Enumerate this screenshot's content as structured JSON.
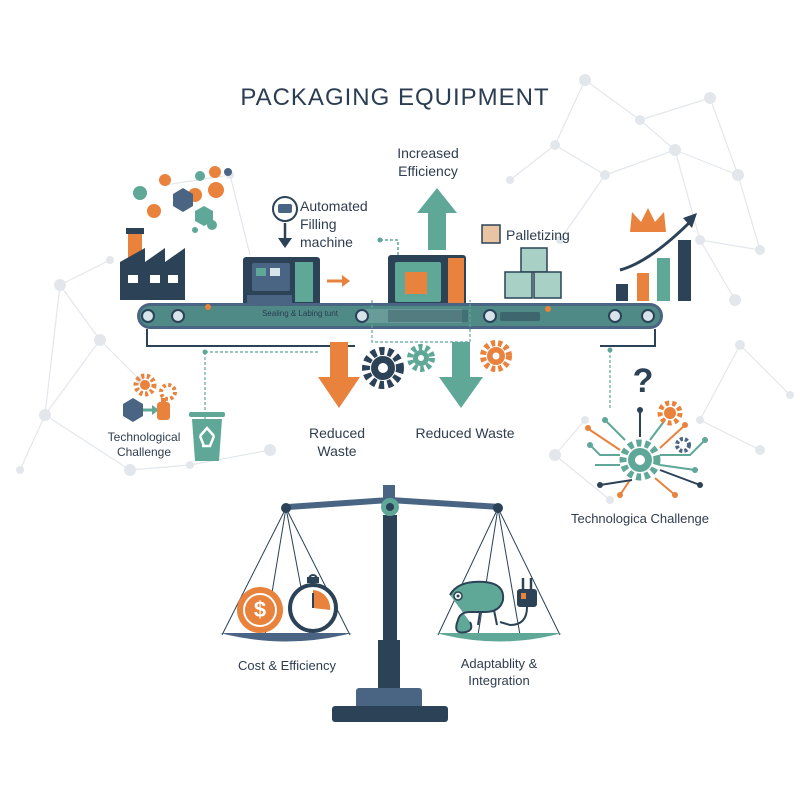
{
  "title": "PACKAGING EQUIPMENT",
  "labels": {
    "increased_efficiency": [
      "Increased",
      "Efficiency"
    ],
    "automated_filling": [
      "Automated",
      "Filling",
      "machine"
    ],
    "palletizing": "Palletizing",
    "sealing_unit": "Sealing & Labing tunt",
    "technological_challenge_left": [
      "Technological",
      "Challenge"
    ],
    "reduced_waste_left": [
      "Reduced",
      "Waste"
    ],
    "reduced_waste_center": "Reduced Waste",
    "technological_challenge_right": "Technologica Challenge",
    "question_mark": "?",
    "dollar_sign": "$",
    "cost_efficiency": "Cost & Efficiency",
    "adaptability_integration": [
      "Adaptablity &",
      "Integration"
    ]
  },
  "colors": {
    "navy": "#2b4257",
    "steel": "#4a6584",
    "teal": "#5fa898",
    "orange": "#e8823c",
    "light_network": "#e3e7ec",
    "text": "#2f3d4f"
  }
}
